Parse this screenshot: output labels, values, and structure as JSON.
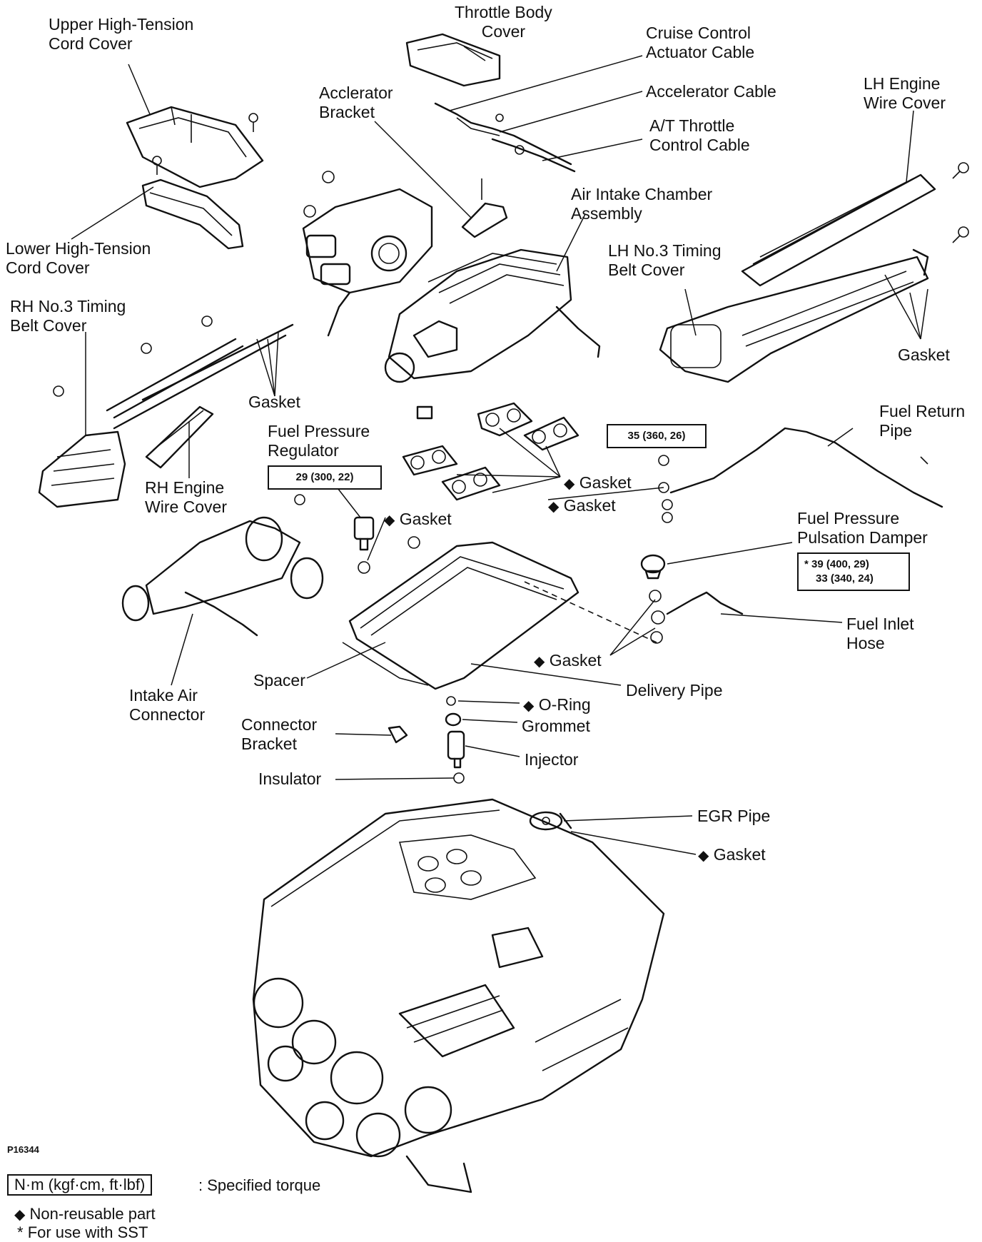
{
  "figure_id": "P16344",
  "labels": {
    "upper_ht_cord_cover": "Upper High-Tension\nCord Cover",
    "lower_ht_cord_cover": "Lower High-Tension\nCord Cover",
    "throttle_body_cover": "Throttle Body\nCover",
    "cruise_control_cable": "Cruise Control\nActuator Cable",
    "accelerator_cable": "Accelerator Cable",
    "at_throttle_cable": "A/T Throttle\nControl Cable",
    "accelerator_bracket": "Acclerator\nBracket",
    "air_intake_chamber": "Air Intake Chamber\nAssembly",
    "lh_engine_wire_cover": "LH Engine\nWire Cover",
    "lh_timing_belt_cover": "LH No.3 Timing\nBelt Cover",
    "gasket_lh": "Gasket",
    "rh_timing_belt_cover": "RH No.3 Timing\nBelt Cover",
    "gasket_rh": "Gasket",
    "rh_engine_wire_cover": "RH Engine\nWire Cover",
    "fuel_pressure_regulator": "Fuel Pressure\nRegulator",
    "gasket_regulator": "Gasket",
    "gasket_chamber": "Gasket",
    "gasket_return": "Gasket",
    "fuel_return_pipe": "Fuel Return\nPipe",
    "pulsation_damper": "Fuel Pressure\nPulsation Damper",
    "fuel_inlet_hose": "Fuel Inlet\nHose",
    "gasket_inlet": "Gasket",
    "intake_air_connector": "Intake Air\nConnector",
    "spacer": "Spacer",
    "delivery_pipe": "Delivery Pipe",
    "o_ring": "O-Ring",
    "grommet": "Grommet",
    "injector": "Injector",
    "connector_bracket": "Connector\nBracket",
    "insulator": "Insulator",
    "egr_pipe": "EGR Pipe",
    "gasket_egr": "Gasket"
  },
  "torque": {
    "regulator": "29 (300, 22)",
    "return_pipe": "35 (360, 26)",
    "damper_line1": "* 39 (400, 29)",
    "damper_line2": "33 (340, 24)"
  },
  "legend": {
    "torque_units": "N·m (kgf·cm, ft·lbf)",
    "torque_desc": ":  Specified torque",
    "non_reusable": "Non-reusable part",
    "sst": "For use with SST",
    "diamond_symbol": "◆",
    "asterisk_symbol": "*"
  }
}
